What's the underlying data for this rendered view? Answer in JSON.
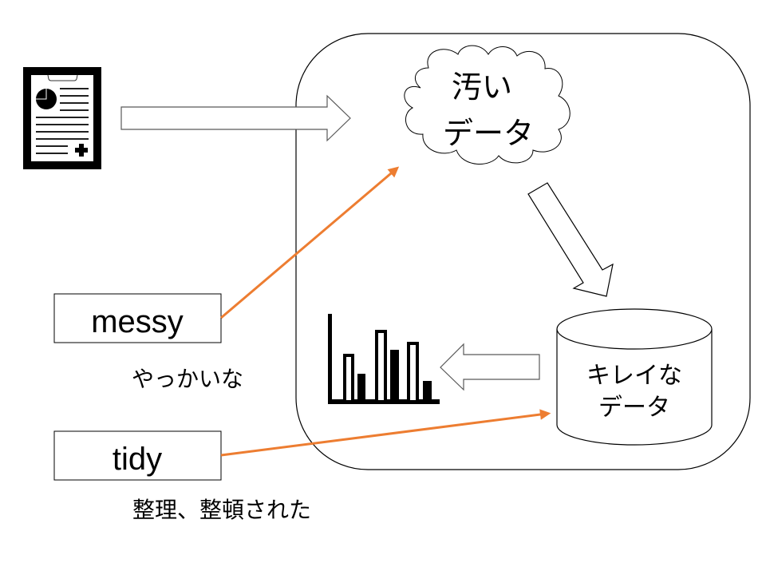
{
  "diagram": {
    "title": "messy data to tidy data workflow",
    "colors": {
      "stroke": "#000000",
      "arrow_outline": "#595959",
      "accent_orange": "#ED7D31",
      "background": "#FFFFFF"
    },
    "icons": {
      "document": "clipboard-document-icon",
      "chart": "bar-chart-icon"
    },
    "cloud": {
      "line1": "汚い",
      "line2": "データ"
    },
    "database": {
      "line1": "キレイな",
      "line2": "データ"
    },
    "messy": {
      "label": "messy",
      "caption": "やっかいな"
    },
    "tidy": {
      "label": "tidy",
      "caption": "整理、整頓された"
    }
  }
}
